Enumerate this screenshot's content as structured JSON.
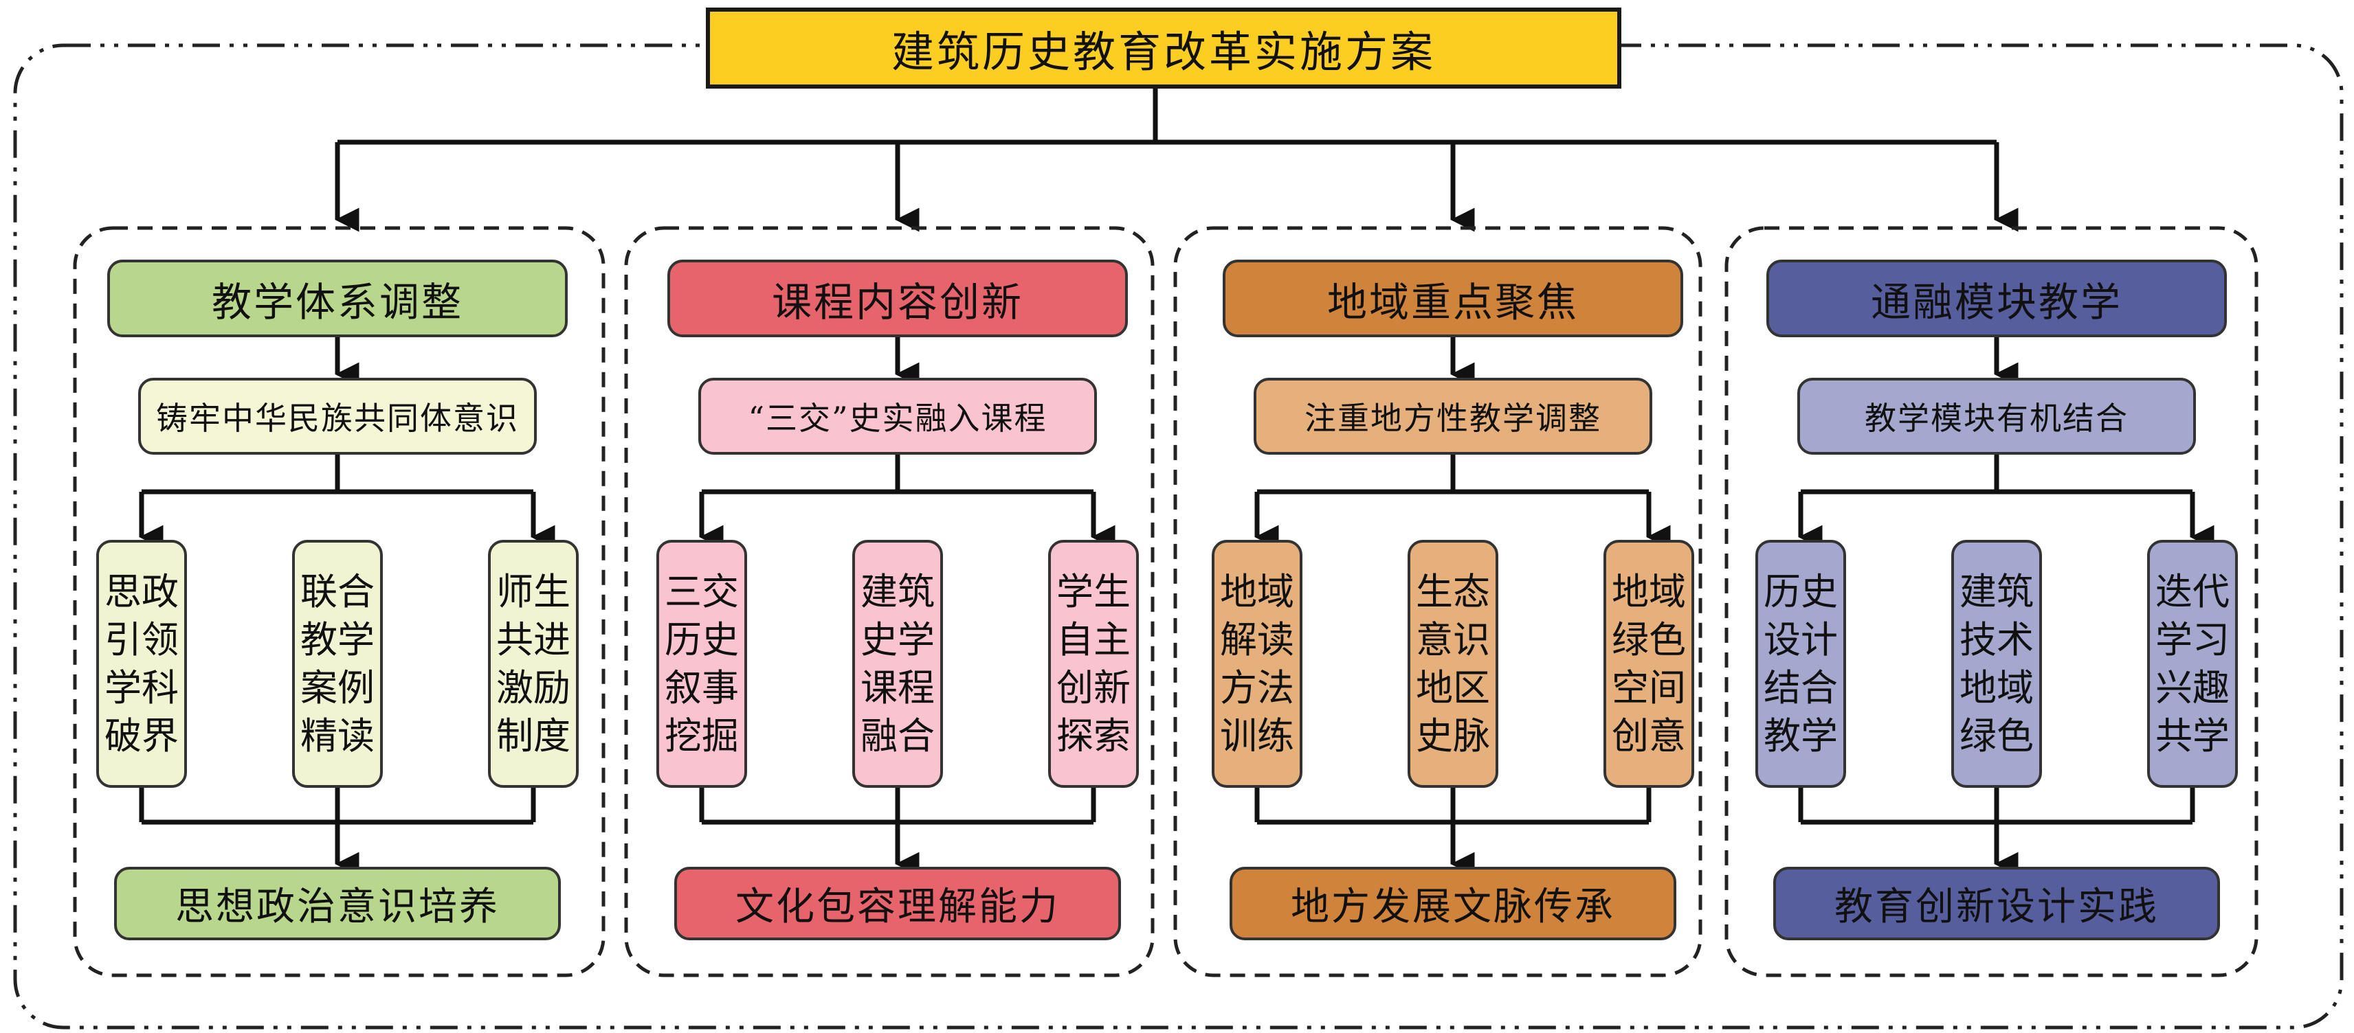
{
  "title": "建筑历史教育改革实施方案",
  "columns": [
    {
      "header": "教学体系调整",
      "middle": "铸牢中华民族共同体意识",
      "leaves": [
        "思政引领学科破界",
        "联合教学案例精读",
        "师生共进激励制度"
      ],
      "outcome": "思想政治意识培养",
      "colors": {
        "header": "#b8d68c",
        "middle": "#f4f6d6",
        "leaf": "#f1f4d2",
        "outcome": "#b8d68c"
      }
    },
    {
      "header": "课程内容创新",
      "middle": "“三交”史实融入课程",
      "leaves": [
        "三交历史叙事挖掘",
        "建筑史学课程融合",
        "学生自主创新探索"
      ],
      "outcome": "文化包容理解能力",
      "colors": {
        "header": "#e8646c",
        "middle": "#f9c3cf",
        "leaf": "#f9c3cf",
        "outcome": "#e8646c"
      }
    },
    {
      "header": "地域重点聚焦",
      "middle": "注重地方性教学调整",
      "leaves": [
        "地域解读方法训练",
        "生态意识地区史脉",
        "地域绿色空间创意"
      ],
      "outcome": "地方发展文脉传承",
      "colors": {
        "header": "#d0833b",
        "middle": "#e5b07c",
        "leaf": "#e5b07c",
        "outcome": "#d0833b"
      }
    },
    {
      "header": "通融模块教学",
      "middle": "教学模块有机结合",
      "leaves": [
        "历史设计结合教学",
        "建筑技术地域绿色",
        "迭代学习兴趣共学"
      ],
      "outcome": "教育创新设计实践",
      "colors": {
        "header": "#575e9e",
        "middle": "#a4a7ce",
        "leaf": "#a4a7ce",
        "outcome": "#575e9e"
      }
    }
  ]
}
